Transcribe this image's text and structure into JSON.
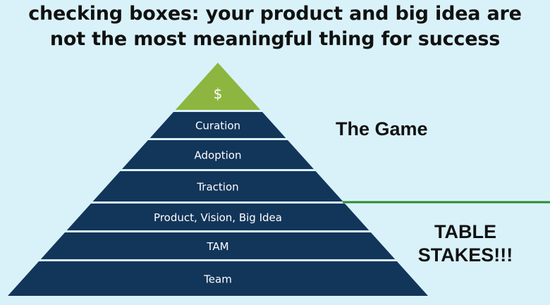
{
  "title": {
    "line1": "checking boxes: your product and big idea are",
    "line2": "not the most meaningful thing for success"
  },
  "pyramid": {
    "apex": {
      "label": "$",
      "color": "#8db640"
    },
    "layers": [
      {
        "label": "Curation"
      },
      {
        "label": "Adoption"
      },
      {
        "label": "Traction"
      },
      {
        "label": "Product, Vision, Big Idea"
      },
      {
        "label": "TAM"
      },
      {
        "label": "Team"
      }
    ],
    "layer_color": "#12355a",
    "separator_color": "#d9f2f9"
  },
  "annotations": {
    "game": "The Game",
    "table_stakes_line1": "TABLE",
    "table_stakes_line2": "STAKES!!!",
    "divider_color": "#2e8a30"
  }
}
